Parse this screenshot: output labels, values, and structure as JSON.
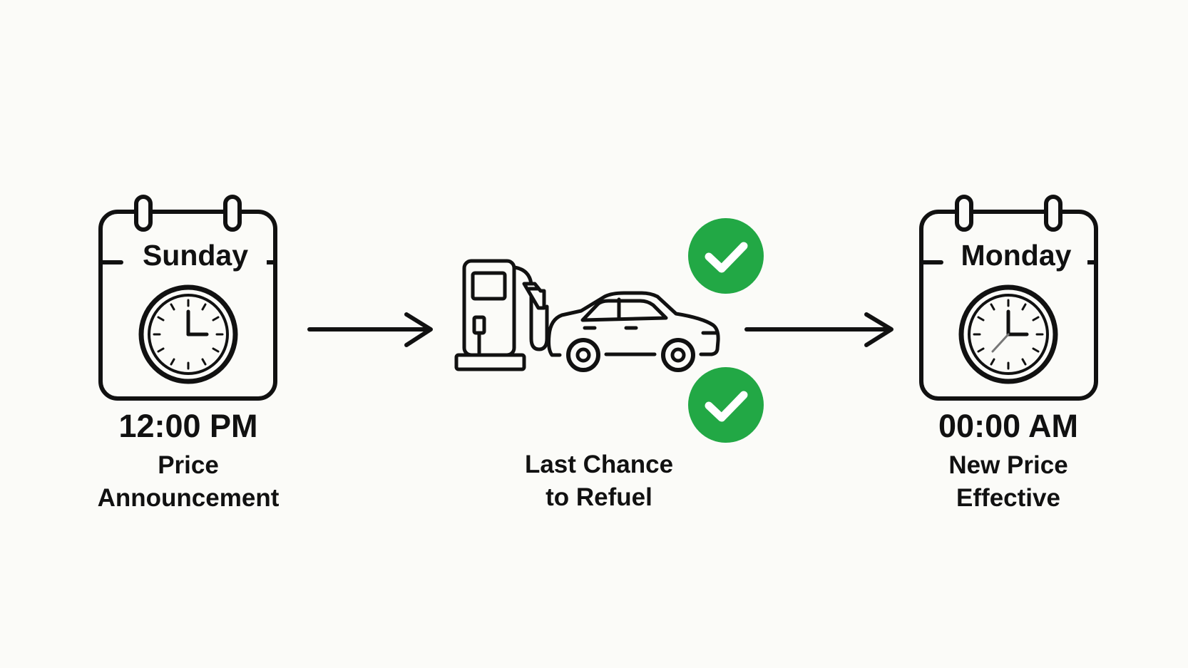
{
  "steps": [
    {
      "day": "Sunday",
      "time": "12:00 PM",
      "caption_line1": "Price",
      "caption_line2": "Announcement",
      "icon": "calendar-clock-icon"
    },
    {
      "caption_line1": "Last Chance",
      "caption_line2": "to Refuel",
      "icons": [
        "fuel-pump-icon",
        "car-icon",
        "check-circle-icon",
        "check-circle-icon"
      ]
    },
    {
      "day": "Monday",
      "time": "00:00 AM",
      "caption_line1": "New Price",
      "caption_line2": "Effective",
      "icon": "calendar-clock-icon"
    }
  ],
  "connector_icon": "arrow-right-icon",
  "colors": {
    "background": "#fbfbf8",
    "stroke": "#111111",
    "check_green": "#22a845"
  }
}
